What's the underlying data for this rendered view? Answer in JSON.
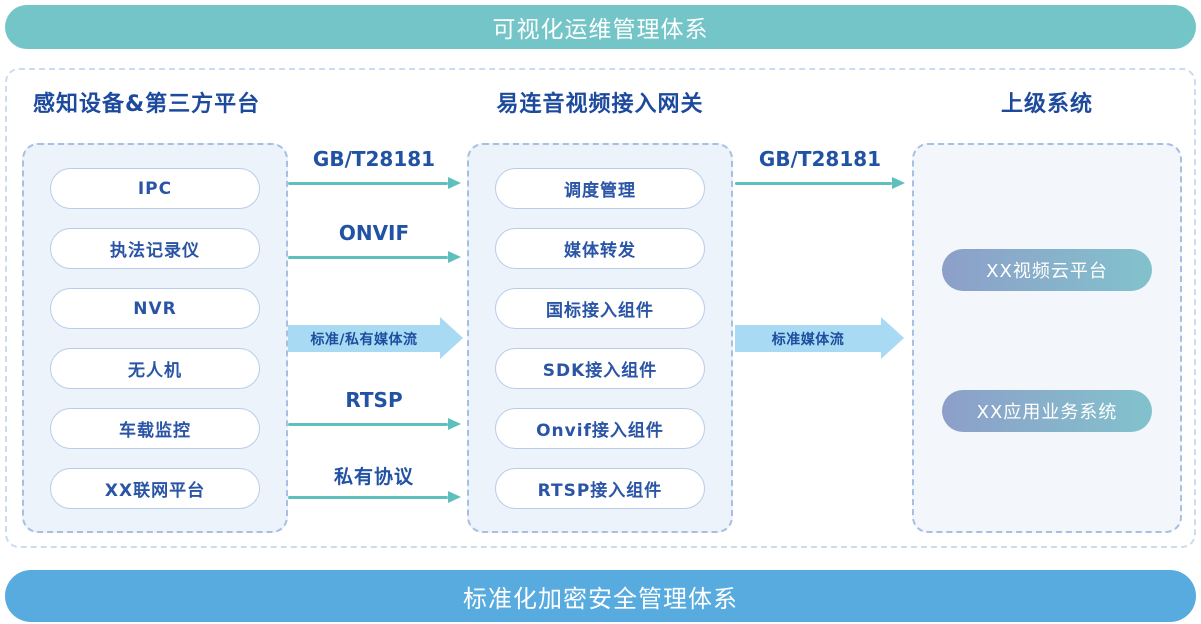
{
  "banners": {
    "top": "可视化运维管理体系",
    "bottom": "标准化加密安全管理体系"
  },
  "columns": [
    {
      "title": "感知设备&第三方平台",
      "items": [
        "IPC",
        "执法记录仪",
        "NVR",
        "无人机",
        "车载监控",
        "XX联网平台"
      ]
    },
    {
      "title": "易连音视频接入网关",
      "items": [
        "调度管理",
        "媒体转发",
        "国标接入组件",
        "SDK接入组件",
        "Onvif接入组件",
        "RTSP接入组件"
      ]
    },
    {
      "title": "上级系统",
      "items": [
        "XX视频云平台",
        "XX应用业务系统"
      ]
    }
  ],
  "flows": {
    "left_to_gateway": {
      "thin": [
        "GB/T28181",
        "ONVIF",
        "RTSP",
        "私有协议"
      ],
      "thick": "标准/私有媒体流"
    },
    "gateway_to_upstream": {
      "thin": [
        "GB/T28181"
      ],
      "thick": "标准媒体流"
    }
  },
  "colors": {
    "top_banner": "#74c5c8",
    "bottom_banner": "#58abdf",
    "header_text": "#1d4a9d",
    "pill_text": "#2a55a6",
    "pill_border": "#b9cde9",
    "thin_arrow": "#5fbfbc",
    "thick_arrow": "#a9daf3",
    "gradient_pill_start": "#8d9fc9",
    "gradient_pill_end": "#82c2cc"
  }
}
